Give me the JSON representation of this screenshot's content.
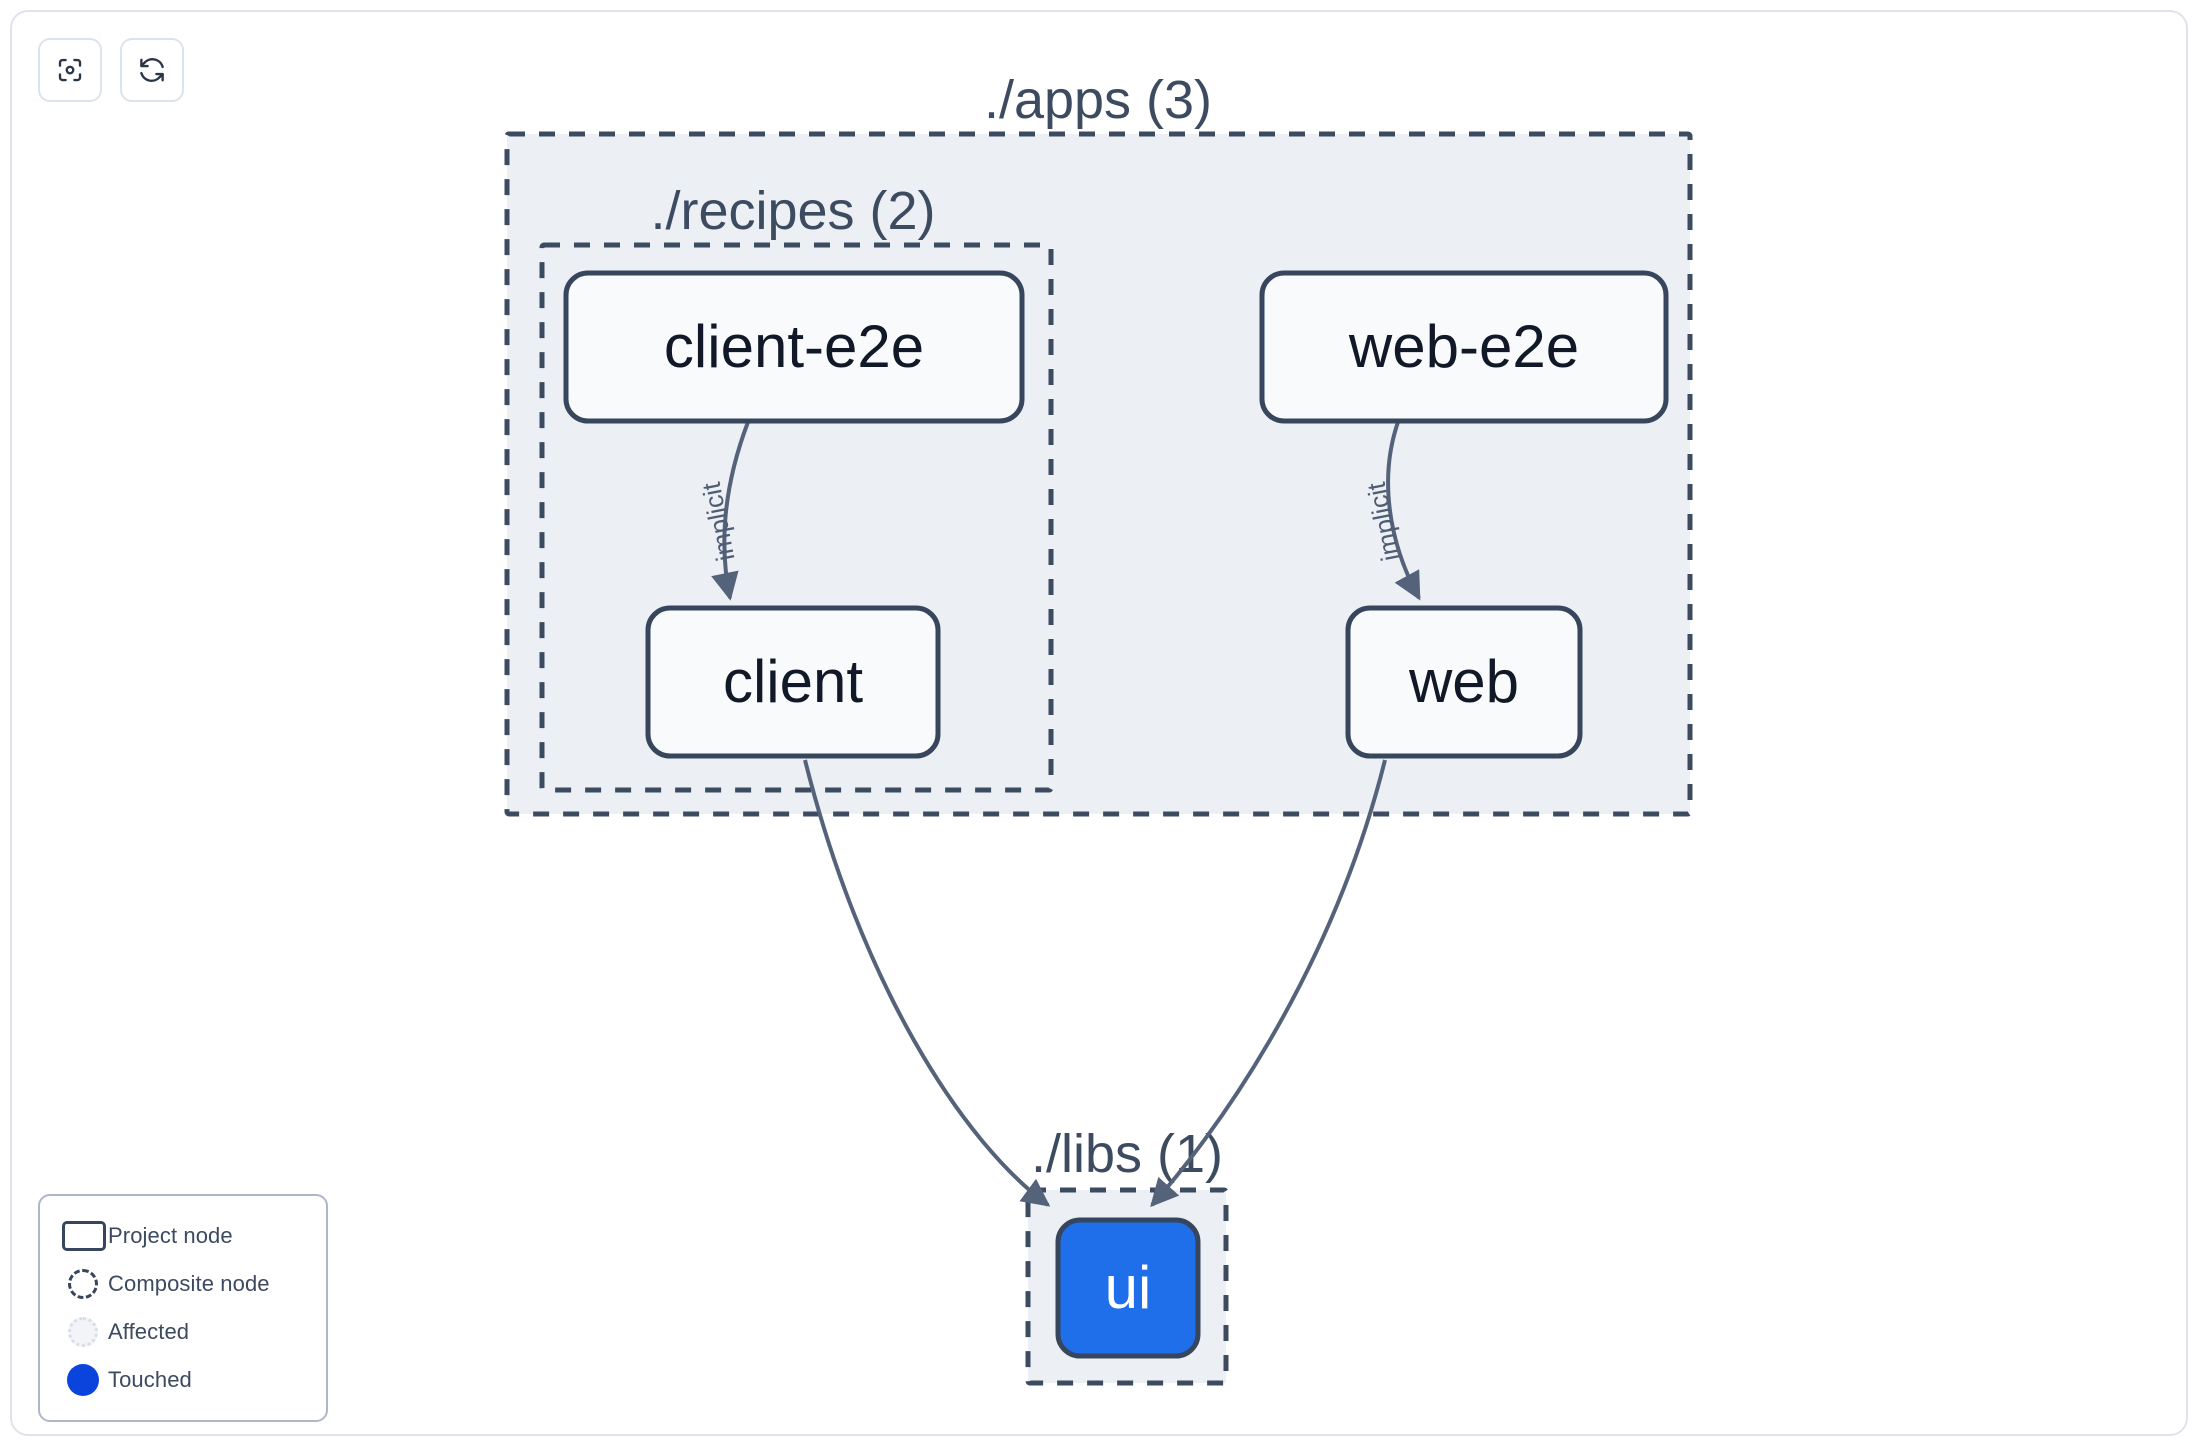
{
  "toolbar": {
    "buttons": [
      {
        "name": "focus-graph-button",
        "icon": "focus-icon",
        "label": ""
      },
      {
        "name": "refresh-graph-button",
        "icon": "refresh-icon",
        "label": ""
      }
    ]
  },
  "legend": {
    "items": [
      {
        "label": "Project node",
        "swatch": "rect-outline"
      },
      {
        "label": "Composite node",
        "swatch": "dashed-circle"
      },
      {
        "label": "Affected",
        "swatch": "dotted-circle"
      },
      {
        "label": "Touched",
        "swatch": "filled-circle"
      }
    ]
  },
  "graph": {
    "groups": [
      {
        "id": "apps",
        "label": "./apps (3)",
        "count": 3
      },
      {
        "id": "recipes",
        "label": "./recipes (2)",
        "count": 2
      },
      {
        "id": "libs",
        "label": "./libs (1)",
        "count": 1
      }
    ],
    "nodes": [
      {
        "id": "client-e2e",
        "label": "client-e2e",
        "group": "recipes",
        "state": "normal"
      },
      {
        "id": "client",
        "label": "client",
        "group": "recipes",
        "state": "normal"
      },
      {
        "id": "web-e2e",
        "label": "web-e2e",
        "group": "apps",
        "state": "normal"
      },
      {
        "id": "web",
        "label": "web",
        "group": "apps",
        "state": "normal"
      },
      {
        "id": "ui",
        "label": "ui",
        "group": "libs",
        "state": "touched"
      }
    ],
    "edges": [
      {
        "source": "client-e2e",
        "target": "client",
        "label": "implicit"
      },
      {
        "source": "web-e2e",
        "target": "web",
        "label": "implicit"
      },
      {
        "source": "client",
        "target": "ui",
        "label": ""
      },
      {
        "source": "web",
        "target": "ui",
        "label": ""
      }
    ]
  },
  "colors": {
    "touched": "#1f6feb",
    "touched_legend": "#0b44dd",
    "node_border": "#37465c",
    "node_fill": "#f8fafb",
    "group_fill": "#eceff4",
    "group_border": "#3d4b61",
    "edge": "#54627a",
    "text": "#111827",
    "label_text": "#3d4b61",
    "frame_border": "#dfe3ec"
  }
}
